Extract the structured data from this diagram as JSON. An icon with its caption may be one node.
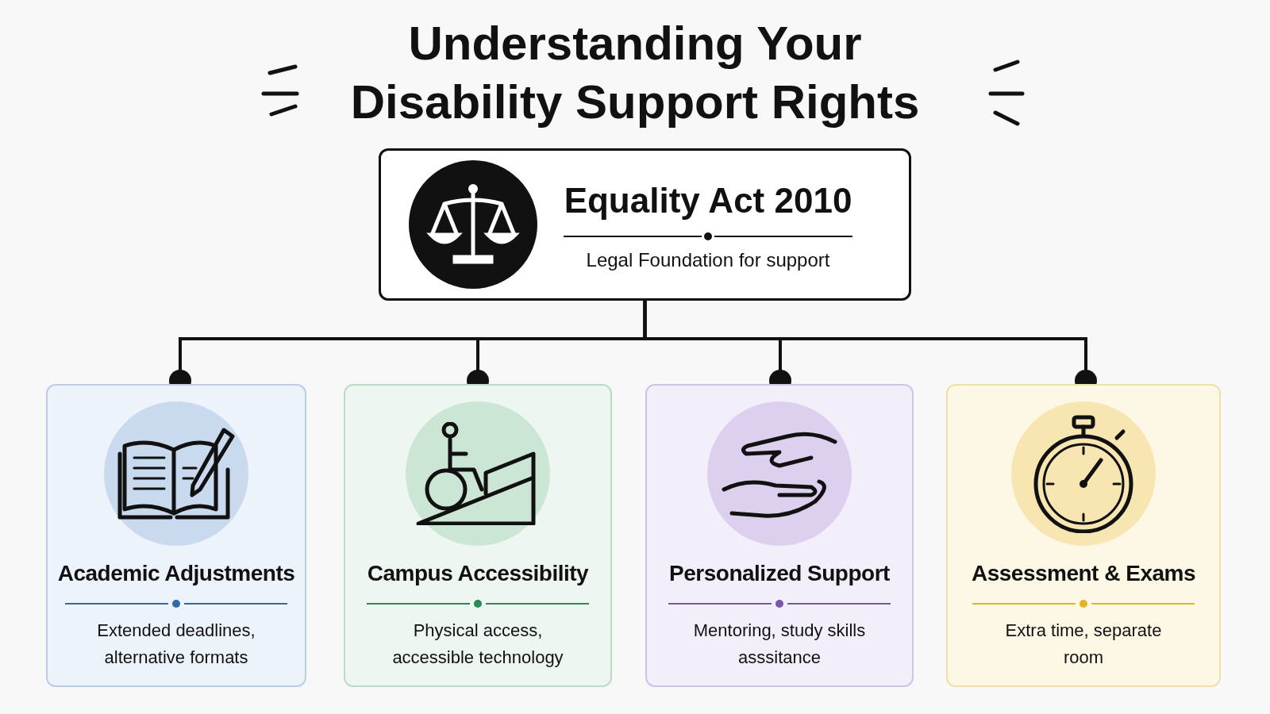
{
  "diagram": {
    "title": "Understanding Your Disability Support Rights",
    "nodes": [
      {
        "text": [
          "Equality Act 2010",
          "Legal Foundation for support"
        ]
      },
      {
        "text": [
          "Academic Adjustments",
          "Extended deadlines, alternative formats"
        ]
      },
      {
        "text": [
          "Campus Accessibility",
          "Physical access, accessible technology"
        ]
      },
      {
        "text": [
          "Personalized Support",
          "Mentoring, study skills asssitance"
        ]
      },
      {
        "text": [
          "Assessment & Exams",
          "Extra time, separate room"
        ]
      }
    ],
    "edges": [
      {
        "from": 0,
        "to": 1,
        "arrow": "other"
      },
      {
        "from": 0,
        "to": 2,
        "arrow": "other"
      },
      {
        "from": 0,
        "to": 3,
        "arrow": "other"
      },
      {
        "from": 0,
        "to": 4,
        "arrow": "other"
      }
    ]
  }
}
